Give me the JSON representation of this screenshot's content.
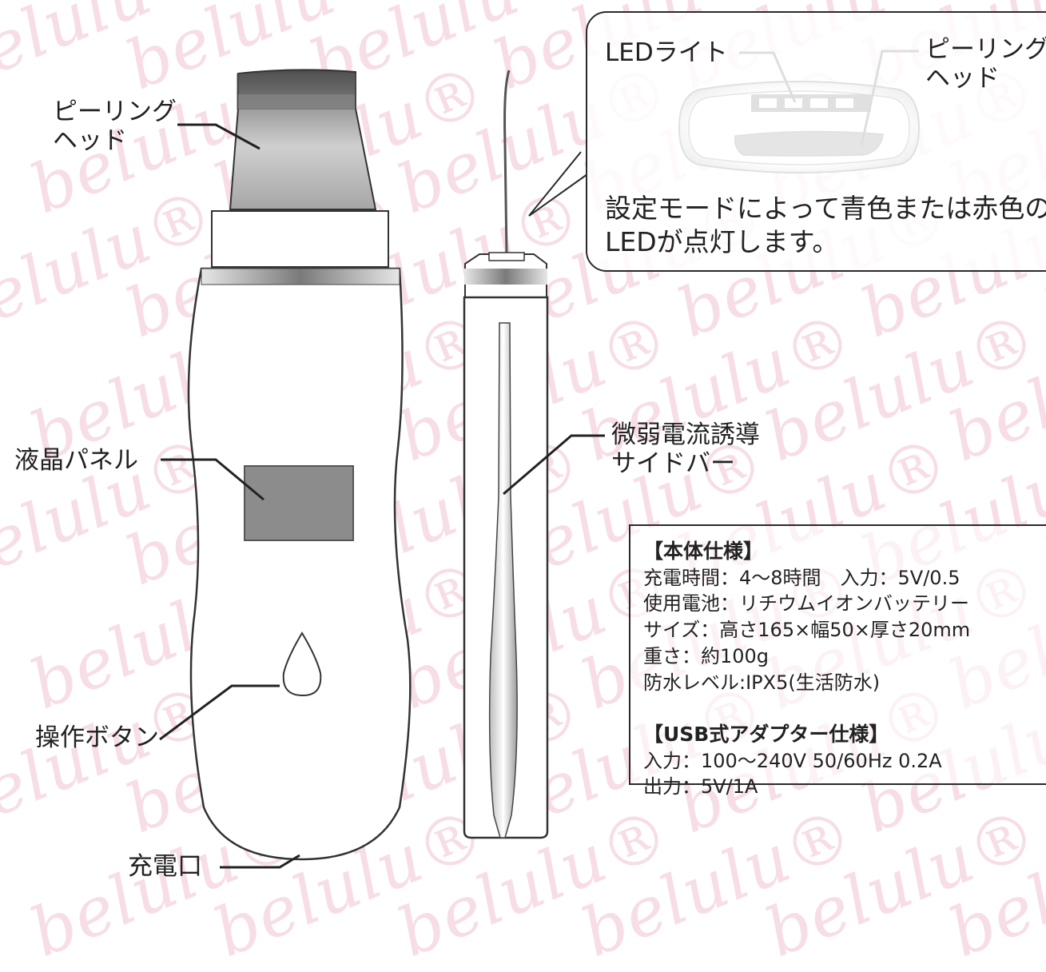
{
  "watermark": {
    "text": "belulu",
    "mark": "®",
    "color": "#f7dde6"
  },
  "labels": {
    "peeling_head_left": [
      "ピーリング",
      "ヘッド"
    ],
    "lcd_panel": "液晶パネル",
    "operation_button": "操作ボタン",
    "charging_port": "充電口",
    "side_bar": [
      "微弱電流誘導",
      "サイドバー"
    ],
    "led_light": "LEDライト",
    "peeling_head_callout": [
      "ピーリング",
      "ヘッド"
    ]
  },
  "callout": {
    "lines": [
      "設定モードによって青色または赤色の",
      "LEDが点灯します。"
    ]
  },
  "specs": {
    "body_title": "【本体仕様】",
    "body_lines": [
      "充電時間：4〜8時間　入力：5V/0.5",
      "使用電池：リチウムイオンバッテリー",
      "サイズ：高さ165×幅50×厚さ20mm",
      "重さ：約100g",
      "防水レベル:IPX5(生活防水)"
    ],
    "adapter_title": "【USB式アダプター仕様】",
    "adapter_lines": [
      "入力：100〜240V 50/60Hz 0.2A",
      "出力：5V/1A"
    ]
  }
}
